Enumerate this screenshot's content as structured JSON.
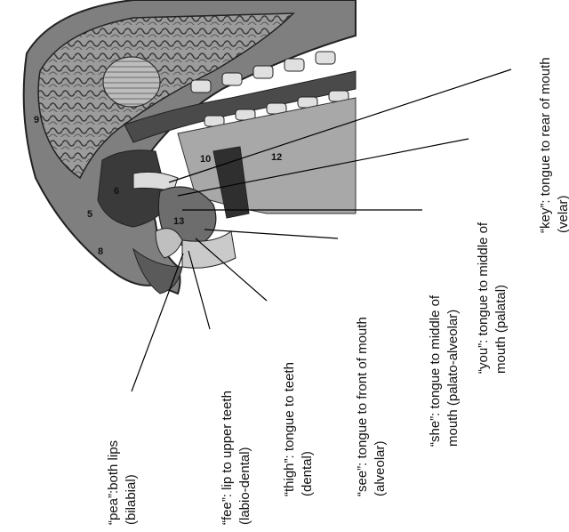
{
  "colors": {
    "ink": "#111111",
    "flesh": "#8a8a8a",
    "dark": "#2a2a2a",
    "bone": "#d6d6d6",
    "background": "#ffffff"
  },
  "anatomy": {
    "region_numbers": [
      "9",
      "6",
      "5",
      "8",
      "10",
      "12",
      "13"
    ]
  },
  "labels": [
    {
      "id": "pea",
      "lines": [
        "“pea”:both lips",
        "(bilabial)"
      ]
    },
    {
      "id": "fee",
      "lines": [
        "“fee”: lip to upper teeth",
        "(labio-dental)"
      ]
    },
    {
      "id": "thigh",
      "lines": [
        "“thigh”: tongue to teeth",
        "(dental)"
      ]
    },
    {
      "id": "see",
      "lines": [
        "“see”: tongue to front of mouth",
        "(alveolar)"
      ]
    },
    {
      "id": "she",
      "lines": [
        "“she”: tongue to middle of",
        "mouth (palato-alveolar)"
      ]
    },
    {
      "id": "you",
      "lines": [
        "“you”: tongue to middle of",
        "mouth (palatal)"
      ]
    },
    {
      "id": "key",
      "lines": [
        "“key”: tongue to rear of mouth",
        "(velar)"
      ]
    }
  ]
}
